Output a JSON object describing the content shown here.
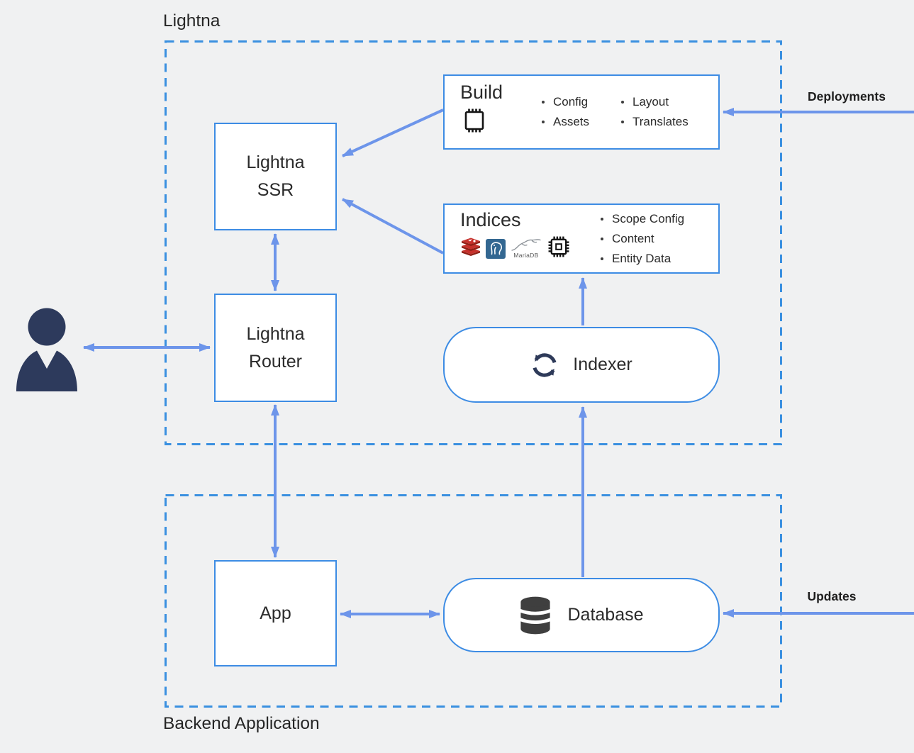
{
  "canvas": {
    "background": "#f0f1f2"
  },
  "colors": {
    "node_border": "#3d8ce4",
    "group_border": "#3a90e0",
    "arrow": "#6d95ea",
    "actor_icon": "#2d3a5c",
    "sync_icon": "#2e3a59",
    "database_icon": "#3f3f3f",
    "redis_red": "#c6302b",
    "postgres_blue": "#336791"
  },
  "groups": {
    "lightna": {
      "label": "Lightna"
    },
    "backend": {
      "label": "Backend Application"
    }
  },
  "nodes": {
    "ssr": {
      "label": "Lightna\nSSR"
    },
    "router": {
      "label": "Lightna\nRouter"
    },
    "app": {
      "label": "App"
    },
    "build": {
      "title": "Build",
      "icon": "cpu-icon",
      "bullets_col1": [
        "Config",
        "Assets"
      ],
      "bullets_col2": [
        "Layout",
        "Translates"
      ]
    },
    "indices": {
      "title": "Indices",
      "icons": [
        "redis-icon",
        "postgresql-icon",
        "mariadb-icon",
        "cpu-icon"
      ],
      "mariadb_label": "MariaDB",
      "bullets": [
        "Scope Config",
        "Content",
        "Entity Data"
      ]
    },
    "indexer": {
      "label": "Indexer",
      "icon": "sync-icon"
    },
    "database": {
      "label": "Database",
      "icon": "database-icon"
    }
  },
  "actor": {
    "icon": "user-icon"
  },
  "edge_labels": {
    "deployments": "Deployments",
    "updates": "Updates"
  }
}
